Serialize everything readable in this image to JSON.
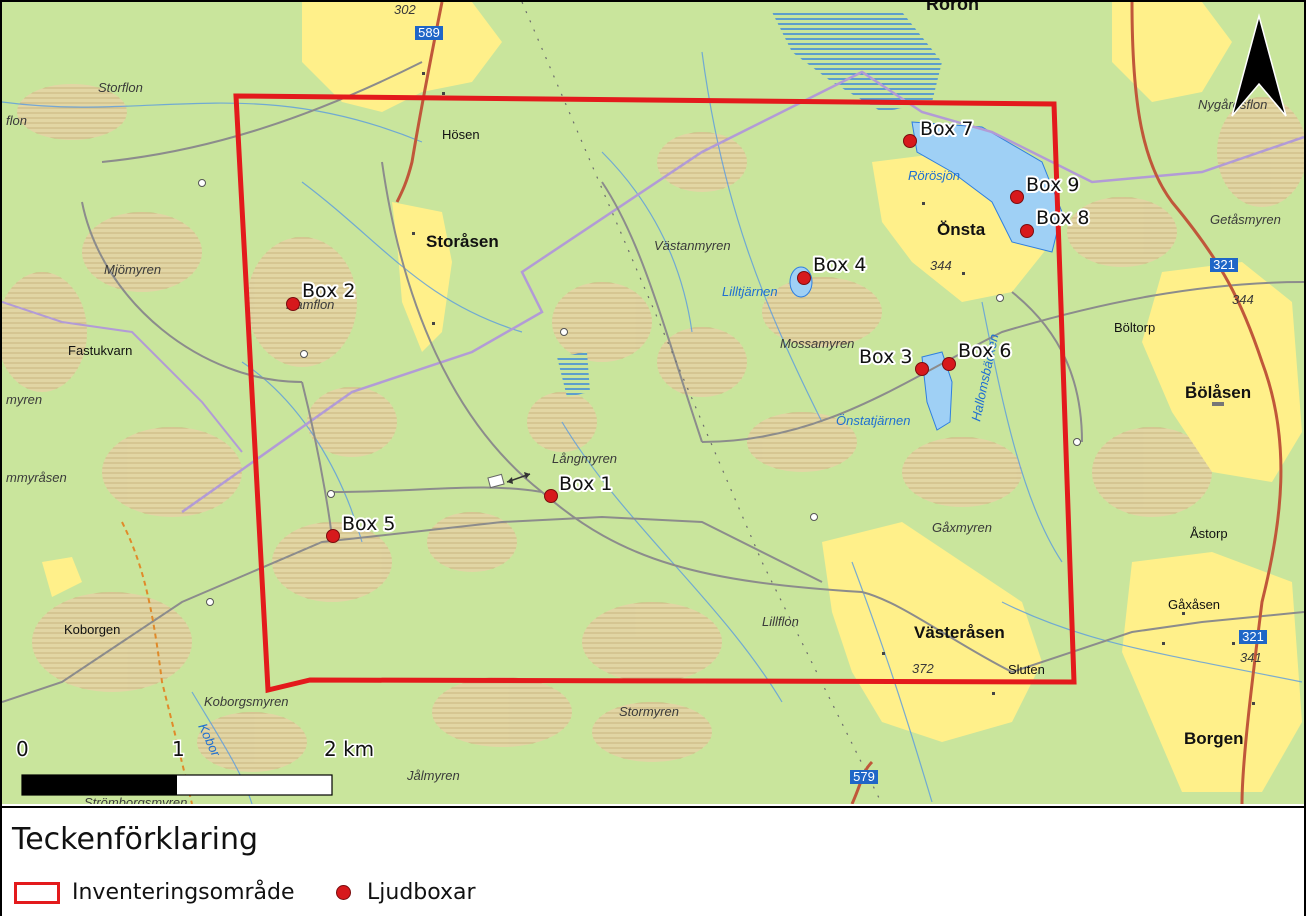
{
  "map": {
    "colors": {
      "forest": "#c9e59c",
      "open_land": "#fff08a",
      "water": "#9fd0f5",
      "boundary": "#e31a1c",
      "sound_box": "#d7191c",
      "road_main": "#c0573a",
      "border_line": "#b29bd6"
    },
    "boxes": {
      "box1": "Box 1",
      "box2": "Box 2",
      "box3": "Box 3",
      "box4": "Box 4",
      "box5": "Box 5",
      "box6": "Box 6",
      "box7": "Box 7",
      "box8": "Box 8",
      "box9": "Box 9"
    },
    "place_names": {
      "storflon": "Storflon",
      "flon": "flon",
      "mjomyren": "Mjömyren",
      "fastukvarn": "Fastukvarn",
      "myren": "myren",
      "mmyrasen": "mmyråsen",
      "koborgen": "Koborgen",
      "koborgsmyren": "Koborgsmyren",
      "kobor": "Kobor",
      "stromborgsmyren": "Strömborgsmyren",
      "jalmyren": "Jålmyren",
      "stormyren": "Stormyren",
      "lillflon": "Lillflon",
      "vasteraasen": "Västeråsen",
      "sluten": "Sluten",
      "borgen": "Borgen",
      "gaaasen": "Gåxåsen",
      "astorp": "Åstorp",
      "bolasen": "Bölåsen",
      "boltorp": "Böltorp",
      "getasmyren": "Getåsmyren",
      "nygardsflon": "Nygårdsflon",
      "roron": "Röron",
      "hosen": "Hösen",
      "storasen": "Storåsen",
      "ramflon": "Ramflon",
      "vastanmyren": "Västanmyren",
      "lilltjarnen": "Lilltjärnen",
      "mossamyren": "Mossamyren",
      "onstatjarnen": "Önstatjärnen",
      "hallomsbacken": "Hallomsbäcken",
      "langmyren": "Långmyren",
      "gaxmyren": "Gåxmyren",
      "rorosjon": "Rörösjön",
      "onsta": "Önsta"
    },
    "road_numbers": {
      "r589": "589",
      "r321a": "321",
      "r321b": "321",
      "r579": "579"
    },
    "elevations": {
      "e344a": "344",
      "e344b": "344",
      "e372": "372",
      "e341": "341",
      "e302": "302"
    },
    "scale_bar": {
      "label_0": "0",
      "label_1": "1",
      "label_2": "2 km"
    },
    "north_arrow_icon": "north-arrow-icon"
  },
  "legend": {
    "title": "Teckenförklaring",
    "items": [
      {
        "label": "Inventeringsområde",
        "icon": "red-outline-rectangle-icon"
      },
      {
        "label": "Ljudboxar",
        "icon": "red-dot-icon"
      }
    ]
  }
}
